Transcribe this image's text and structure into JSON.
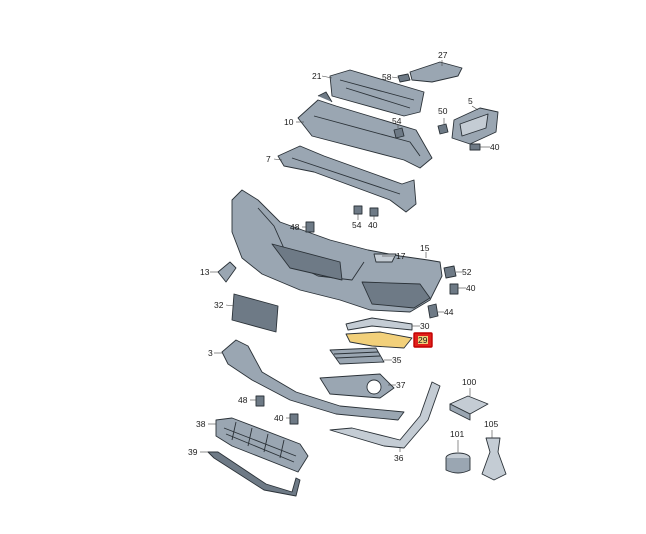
{
  "colors": {
    "part_fill": "#9aa6b2",
    "part_fill_light": "#c4ccd4",
    "part_fill_dark": "#6e7a86",
    "highlight_fill": "#f2d07a",
    "highlight_badge": "#e0201b"
  },
  "callouts": {
    "p27": "27",
    "p58": "58",
    "p21": "21",
    "p50": "50",
    "p5": "5",
    "p10": "10",
    "p54a": "54",
    "p40a": "40",
    "p7": "7",
    "p54b": "54",
    "p40b": "40",
    "p48a": "48",
    "p17": "17",
    "p15": "15",
    "p13": "13",
    "p52": "52",
    "p40c": "40",
    "p32": "32",
    "p44": "44",
    "p30": "30",
    "p29": "29",
    "p3": "3",
    "p35": "35",
    "p37": "37",
    "p100": "100",
    "p48b": "48",
    "p40d": "40",
    "p38": "38",
    "p101": "101",
    "p105": "105",
    "p39": "39",
    "p36": "36"
  }
}
